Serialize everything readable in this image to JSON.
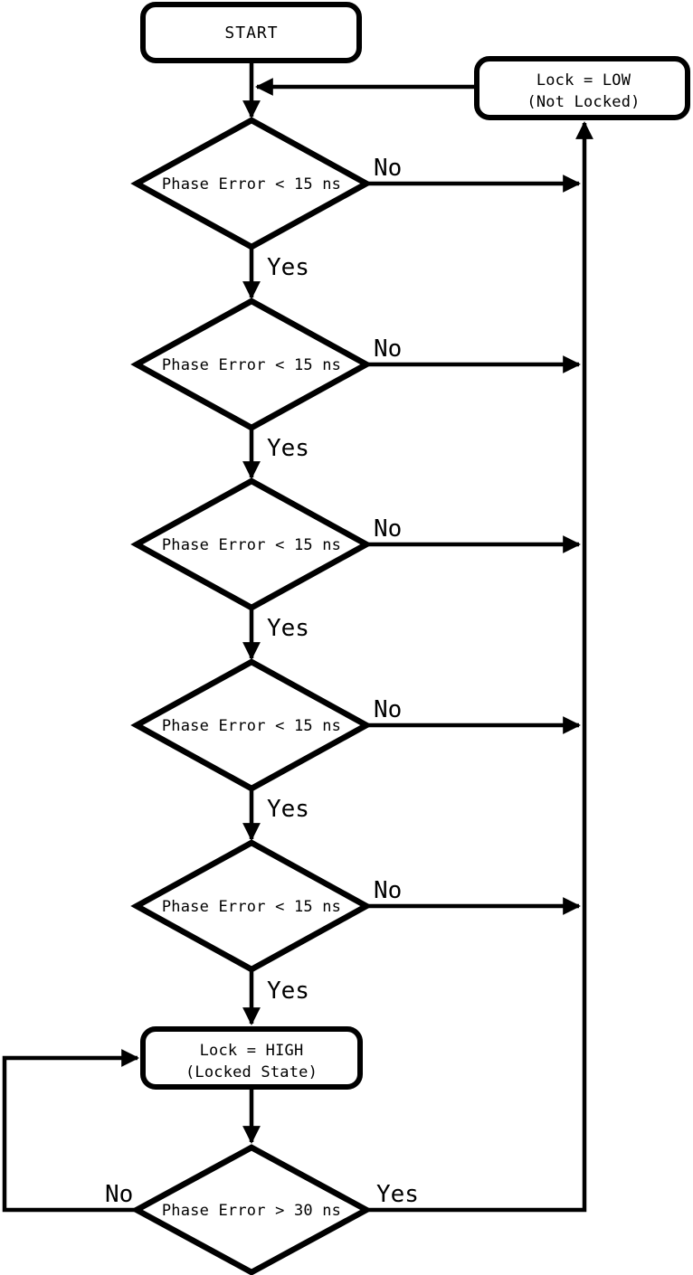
{
  "diagram": {
    "background": "#ffffff",
    "stroke_color": "#000000",
    "nodes": {
      "start": {
        "label": "START"
      },
      "lock_low": {
        "line1": "Lock = LOW",
        "line2": "(Not Locked)"
      },
      "decisions": [
        {
          "label": "Phase Error < 15 ns"
        },
        {
          "label": "Phase Error < 15 ns"
        },
        {
          "label": "Phase Error < 15 ns"
        },
        {
          "label": "Phase Error < 15 ns"
        },
        {
          "label": "Phase Error < 15 ns"
        }
      ],
      "lock_high": {
        "line1": "Lock = HIGH",
        "line2": "(Locked State)"
      },
      "final_decision": {
        "label": "Phase Error > 30 ns"
      }
    },
    "edge_labels": {
      "yes": "Yes",
      "no": "No"
    }
  }
}
